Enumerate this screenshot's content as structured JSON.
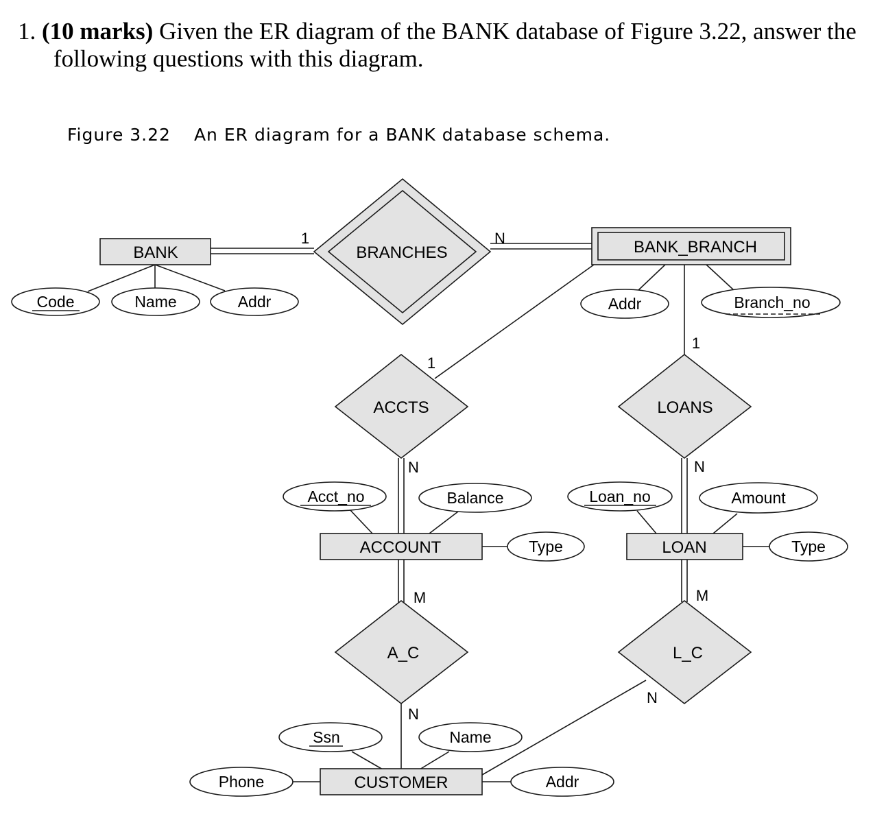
{
  "question": {
    "number": "1.",
    "marks": "(10 marks)",
    "line1": "Given the ER diagram of the BANK database of Figure 3.22, answer the",
    "line2": "following questions with this diagram."
  },
  "caption": {
    "figure": "Figure 3.22",
    "title": "An ER diagram for a BANK database schema."
  },
  "colors": {
    "entity_fill": "#e3e3e3",
    "attr_fill": "#ffffff",
    "stroke": "#1a1a1a"
  },
  "entities": {
    "bank": "BANK",
    "bank_branch": "BANK_BRANCH",
    "account": "ACCOUNT",
    "loan": "LOAN",
    "customer": "CUSTOMER"
  },
  "relationships": {
    "branches": "BRANCHES",
    "accts": "ACCTS",
    "loans": "LOANS",
    "a_c": "A_C",
    "l_c": "L_C"
  },
  "attributes": {
    "bank_code": "Code",
    "bank_name": "Name",
    "bank_addr": "Addr",
    "branch_addr": "Addr",
    "branch_no": "Branch_no",
    "acct_no": "Acct_no",
    "balance": "Balance",
    "account_type": "Type",
    "loan_no": "Loan_no",
    "amount": "Amount",
    "loan_type": "Type",
    "ssn": "Ssn",
    "customer_name": "Name",
    "phone": "Phone",
    "customer_addr": "Addr"
  },
  "cardinalities": {
    "bank_branches": "1",
    "branches_branch": "N",
    "accts_branch": "1",
    "accts_account": "N",
    "loans_branch": "1",
    "loans_loan": "N",
    "ac_account": "M",
    "ac_customer": "N",
    "lc_loan": "M",
    "lc_customer": "N"
  }
}
